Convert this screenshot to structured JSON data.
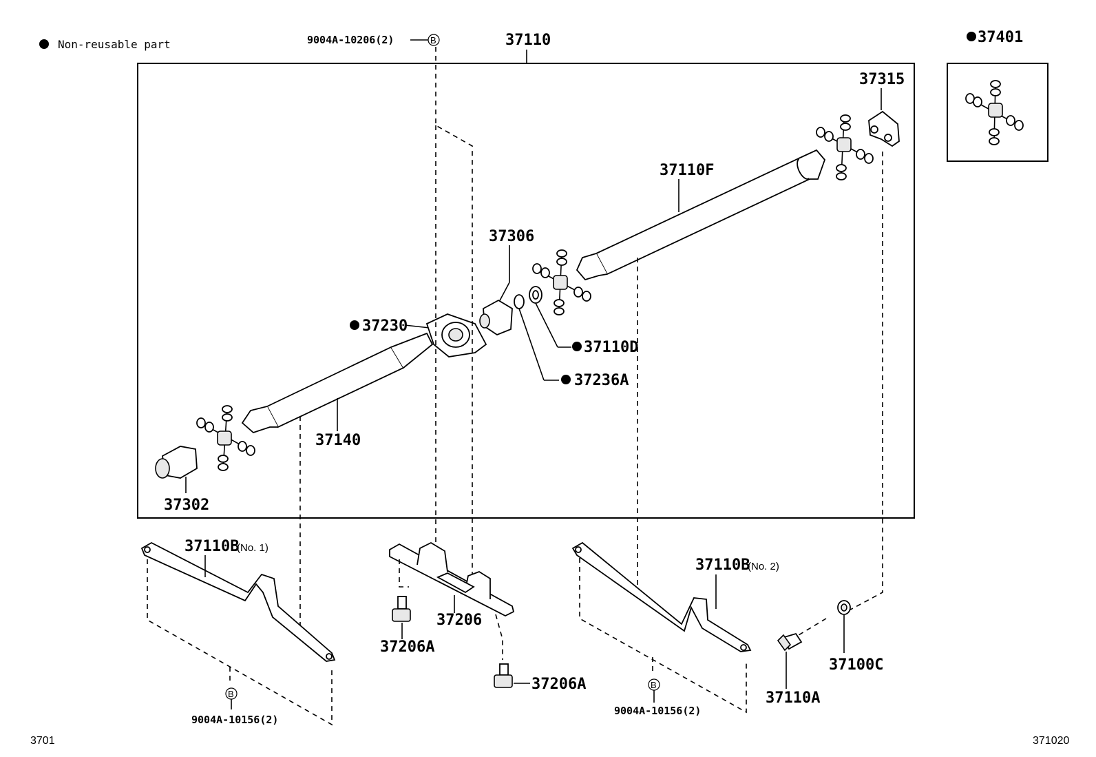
{
  "legend": {
    "marker": "●",
    "text": "Non-reusable part"
  },
  "corners": {
    "left": "3701",
    "right": "371020"
  },
  "ref_mark": "B",
  "labels": {
    "main": "37110",
    "top_bolt": "9004A-10206(2)",
    "kit": "37401",
    "flange_rear": "37315",
    "rear_shaft": "37110F",
    "yoke": "37306",
    "bearing": "37230",
    "washer": "37110D",
    "spacer": "37236A",
    "front_shaft": "37140",
    "flange_front": "37302",
    "strap1": "37110B",
    "strap1_sub": "(No. 1)",
    "strap2": "37110B",
    "strap2_sub": "(No. 2)",
    "crossmember": "37206",
    "bolt_a": "37206A",
    "bolt_b": "37206A",
    "bolt_left": "9004A-10156(2)",
    "bolt_right": "9004A-10156(2)",
    "bolt_rear": "37110A",
    "washer_rear": "37100C"
  },
  "non_reusable": [
    "37401",
    "37230",
    "37110D",
    "37236A"
  ]
}
